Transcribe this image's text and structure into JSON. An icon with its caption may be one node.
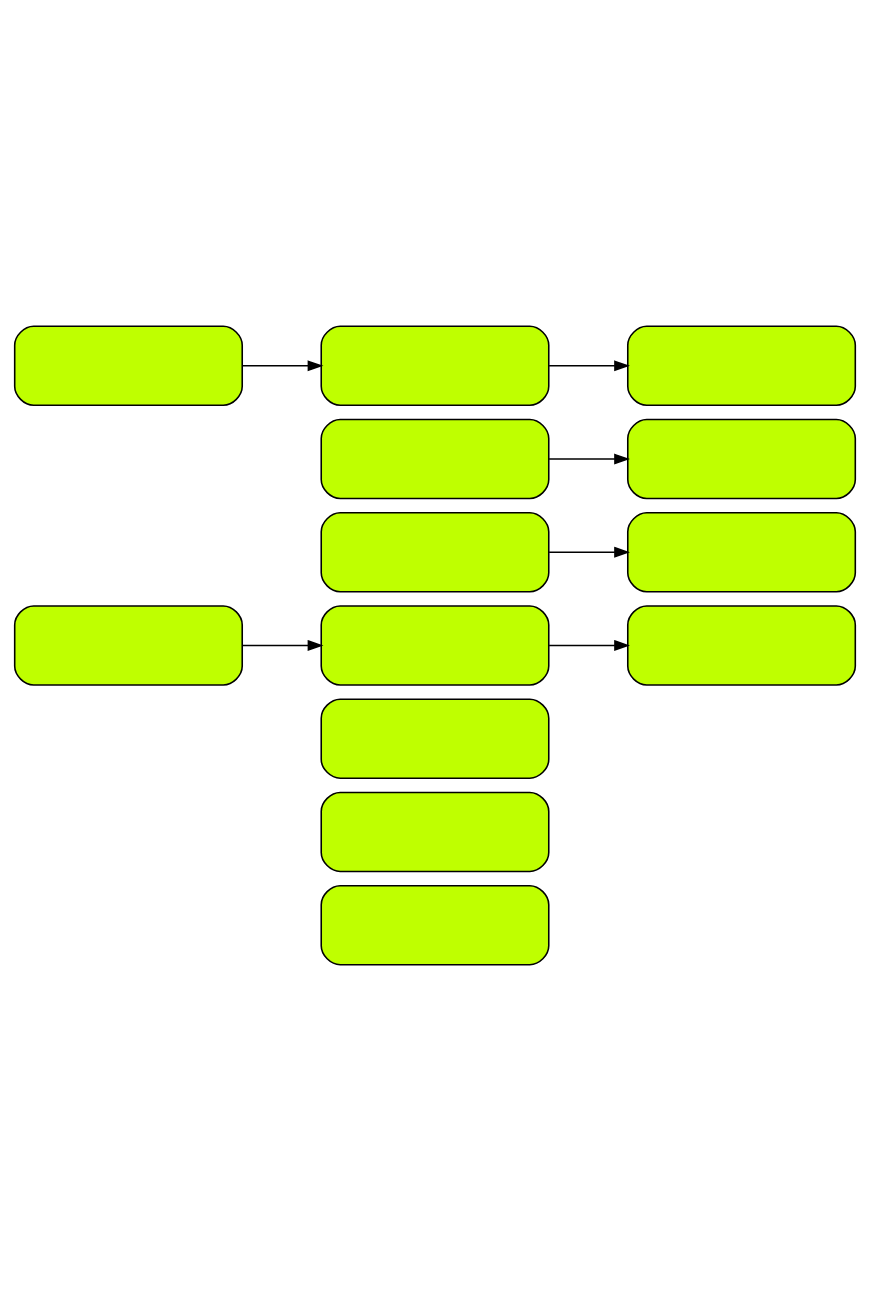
{
  "diagram": {
    "nodes": [
      {
        "text": [],
        "shape": "box"
      },
      {
        "text": [],
        "shape": "box"
      },
      {
        "text": [],
        "shape": "box"
      },
      {
        "text": [],
        "shape": "box"
      },
      {
        "text": [],
        "shape": "box"
      },
      {
        "text": [],
        "shape": "box"
      },
      {
        "text": [],
        "shape": "box"
      },
      {
        "text": [],
        "shape": "box"
      },
      {
        "text": [],
        "shape": "box"
      },
      {
        "text": [],
        "shape": "box"
      },
      {
        "text": [],
        "shape": "box"
      },
      {
        "text": [],
        "shape": "box"
      },
      {
        "text": [],
        "shape": "box"
      }
    ],
    "edges": [
      {
        "from": 3,
        "to": 4,
        "arrow": "to"
      },
      {
        "from": 4,
        "to": 5,
        "arrow": "to"
      },
      {
        "from": 6,
        "to": 7,
        "arrow": "to"
      },
      {
        "from": 8,
        "to": 9,
        "arrow": "to"
      },
      {
        "from": 10,
        "to": 11,
        "arrow": "to"
      },
      {
        "from": 11,
        "to": 12,
        "arrow": "to"
      }
    ]
  }
}
